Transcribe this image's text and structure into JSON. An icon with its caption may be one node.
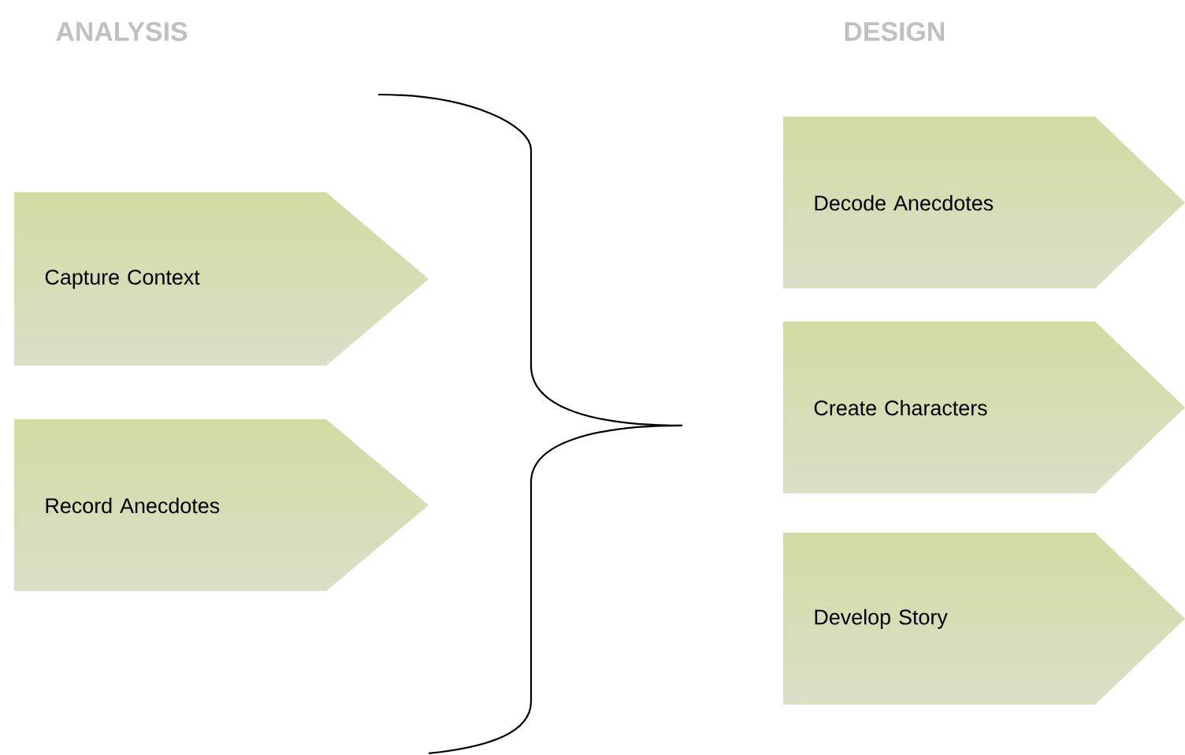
{
  "diagram": {
    "nodes": [
      {
        "text": [
          "Capture Context"
        ]
      },
      {
        "text": [
          "Record Anecdotes"
        ]
      },
      {
        "text": [
          "Decode Anecdotes"
        ]
      },
      {
        "text": [
          "Create Characters"
        ]
      },
      {
        "text": [
          "Develop Story"
        ]
      }
    ],
    "labels": [
      "ANALYSIS",
      "DESIGN"
    ]
  }
}
